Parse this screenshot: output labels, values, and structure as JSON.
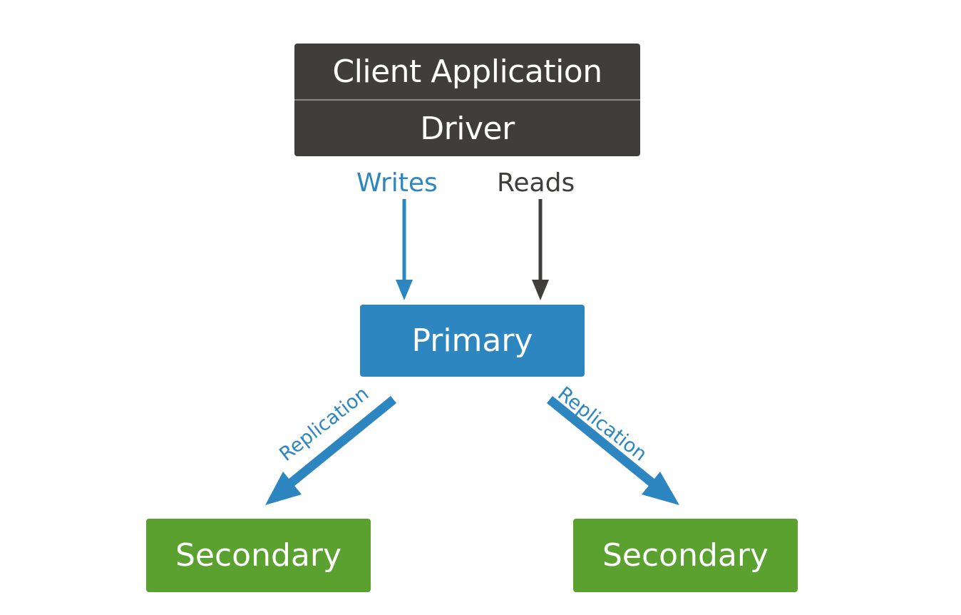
{
  "nodes": {
    "client_application": "Client Application",
    "driver": "Driver",
    "primary": "Primary",
    "secondary_left": "Secondary",
    "secondary_right": "Secondary"
  },
  "edges": {
    "writes": "Writes",
    "reads": "Reads",
    "replication_left": "Replication",
    "replication_right": "Replication"
  },
  "colors": {
    "client_stack": "#3f3e3c",
    "primary": "#2e86c1",
    "secondary": "#5aa130",
    "writes_arrow": "#2e86c1",
    "reads_arrow": "#3f3e3c",
    "replication_arrow": "#2e86c1"
  }
}
